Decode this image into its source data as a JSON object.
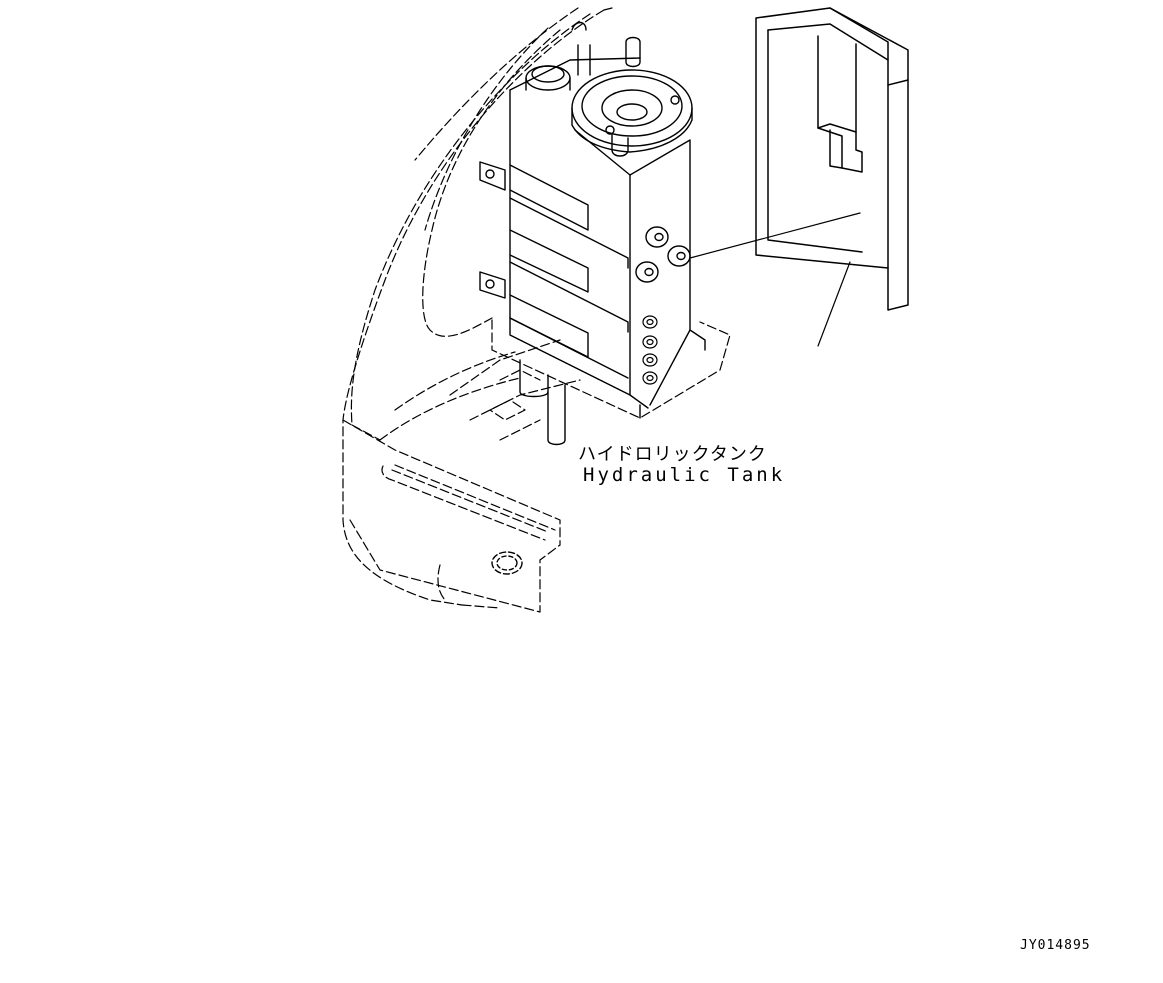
{
  "callout": {
    "label_jp": "ハイドロリックタンク",
    "label_en": "Hydraulic Tank"
  },
  "drawing_number": "JY014895",
  "line_color": "#000000",
  "background_color": "#ffffff"
}
